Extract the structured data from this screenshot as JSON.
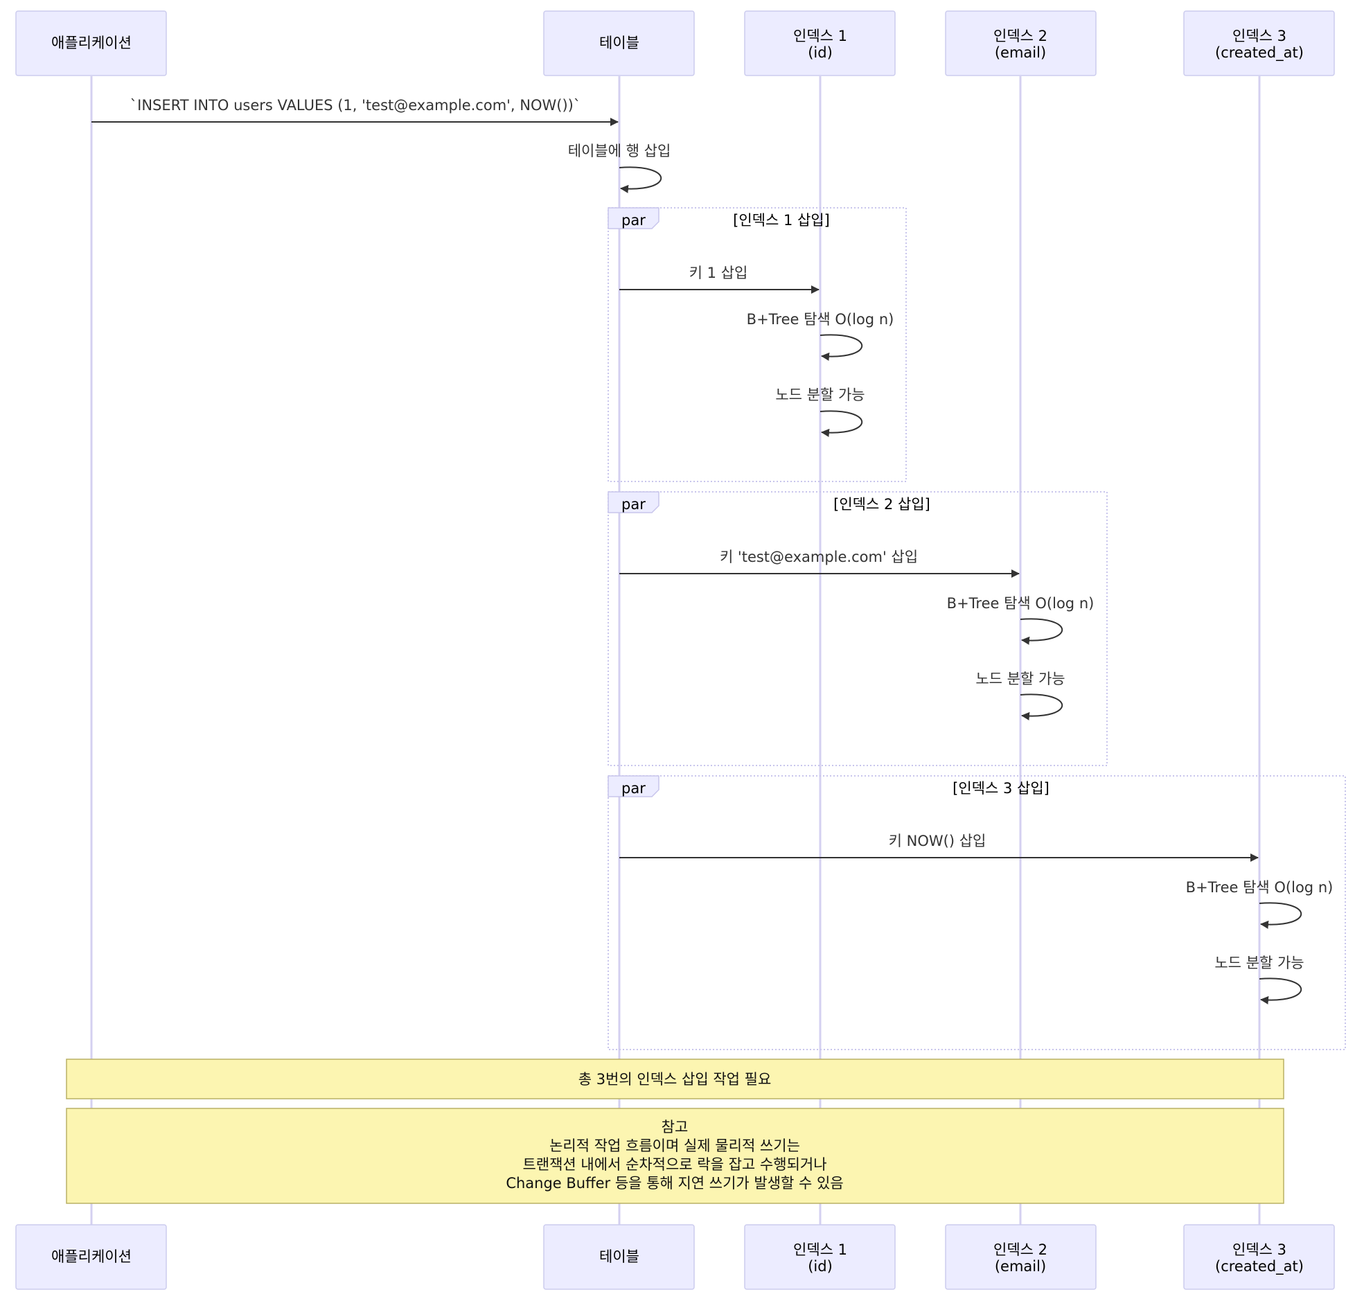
{
  "participants": [
    {
      "id": "app",
      "lines": [
        "애플리케이션"
      ]
    },
    {
      "id": "table",
      "lines": [
        "테이블"
      ]
    },
    {
      "id": "idx1",
      "lines": [
        "인덱스 1",
        "(id)"
      ]
    },
    {
      "id": "idx2",
      "lines": [
        "인덱스 2",
        "(email)"
      ]
    },
    {
      "id": "idx3",
      "lines": [
        "인덱스 3",
        "(created_at)"
      ]
    }
  ],
  "messages": {
    "insert": "`INSERT INTO users VALUES (1, 'test@example.com', NOW())`",
    "table_self": "테이블에 행 삽입"
  },
  "blocks": [
    {
      "label": "par",
      "condition": "[인덱스 1 삽입]",
      "message": "키 1 삽입",
      "self_1": "B+Tree 탐색 O(log n)",
      "self_2": "노드 분할 가능"
    },
    {
      "label": "par",
      "condition": "[인덱스 2 삽입]",
      "message": "키 'test@example.com' 삽입",
      "self_1": "B+Tree 탐색 O(log n)",
      "self_2": "노드 분할 가능"
    },
    {
      "label": "par",
      "condition": "[인덱스 3 삽입]",
      "message": "키 NOW() 삽입",
      "self_1": "B+Tree 탐색 O(log n)",
      "self_2": "노드 분할 가능"
    }
  ],
  "notes": {
    "note1": "총 3번의 인덱스 삽입 작업 필요",
    "note2_lines": [
      "참고",
      "논리적 작업 흐름이며 실제 물리적 쓰기는",
      "트랜잭션 내에서 순차적으로 락을 잡고 수행되거나",
      "Change Buffer 등을 통해 지연 쓰기가 발생할 수 있음"
    ]
  }
}
